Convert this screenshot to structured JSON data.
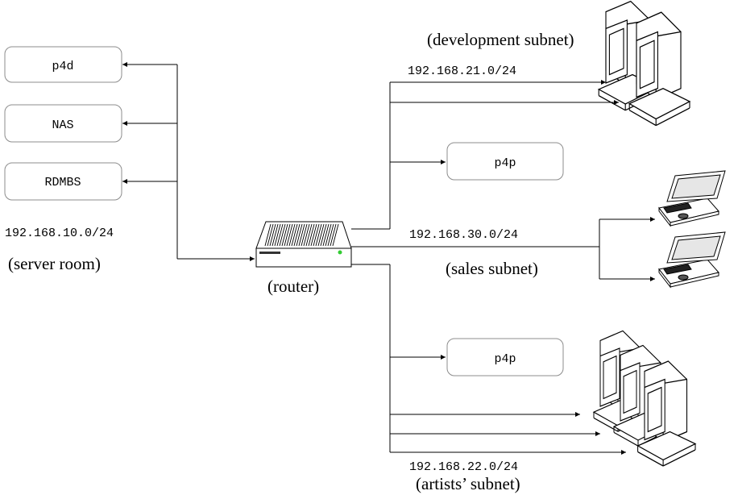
{
  "servers": [
    {
      "label": "p4d"
    },
    {
      "label": "NAS"
    },
    {
      "label": "RDMBS"
    }
  ],
  "server_room": {
    "network": "192.168.10.0/24",
    "caption": "(server room)"
  },
  "router": {
    "caption": "(router)"
  },
  "development": {
    "caption": "(development subnet)",
    "network": "192.168.21.0/24"
  },
  "sales": {
    "network": "192.168.30.0/24",
    "caption": "(sales subnet)"
  },
  "artists": {
    "network": "192.168.22.0/24",
    "caption": "(artists’ subnet)"
  },
  "proxies": [
    {
      "label": "p4p"
    },
    {
      "label": "p4p"
    }
  ],
  "colors": {
    "box_border": "#8c8c8c",
    "router_led": "#33cc33",
    "line": "#000000"
  }
}
